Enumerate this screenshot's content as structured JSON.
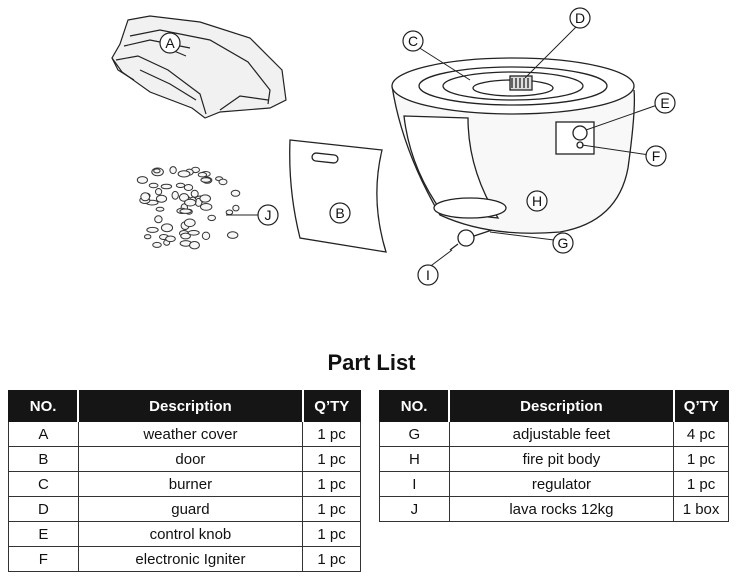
{
  "diagram": {
    "callouts": [
      "A",
      "B",
      "C",
      "D",
      "E",
      "F",
      "G",
      "H",
      "I",
      "J"
    ]
  },
  "part_list": {
    "title": "Part List",
    "headers": {
      "no": "NO.",
      "description": "Description",
      "qty": "Q’TY"
    },
    "left_rows": [
      {
        "no": "A",
        "description": "weather cover",
        "qty": "1 pc"
      },
      {
        "no": "B",
        "description": "door",
        "qty": "1 pc"
      },
      {
        "no": "C",
        "description": "burner",
        "qty": "1 pc"
      },
      {
        "no": "D",
        "description": "guard",
        "qty": "1 pc"
      },
      {
        "no": "E",
        "description": "control knob",
        "qty": "1 pc"
      },
      {
        "no": "F",
        "description": "electronic Igniter",
        "qty": "1 pc"
      }
    ],
    "right_rows": [
      {
        "no": "G",
        "description": "adjustable feet",
        "qty": "4 pc"
      },
      {
        "no": "H",
        "description": "fire pit body",
        "qty": "1 pc"
      },
      {
        "no": "I",
        "description": "regulator",
        "qty": "1 pc"
      },
      {
        "no": "J",
        "description": "lava rocks 12kg",
        "qty": "1 box"
      }
    ]
  }
}
